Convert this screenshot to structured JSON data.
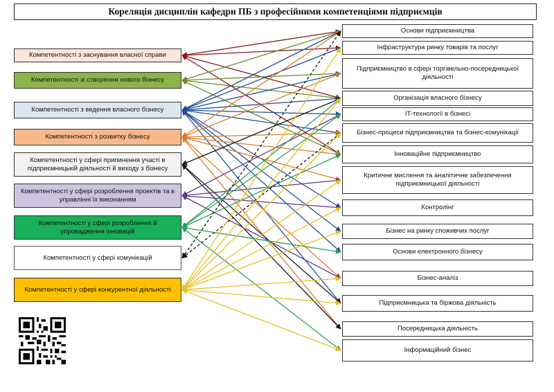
{
  "title": "Кореляція дисциплін кафедри ПБ з професійними компетенціями підприємців",
  "competences": [
    {
      "label": "Компетентності  з заснування  власної справи",
      "color": "#fce6d9"
    },
    {
      "label": "Компетентності  зі створення нового бізнесу",
      "color": "#8db44a"
    },
    {
      "label": "Компетентності  з ведення власного бізнесу",
      "color": "#dce6f2"
    },
    {
      "label": "Компетентності  з розвитку бізнесу",
      "color": "#f9b88a"
    },
    {
      "label": "Компетентності у сфері припинення участі в підприємницькій діяльності й виходу з бізнесу",
      "color": "#f2f2f2"
    },
    {
      "label": "Компетентності у сфері розроблення проектів та в управлінні їх виконанням",
      "color": "#cdc4e0"
    },
    {
      "label": "Компетентності у сфері розроблення й упровадження інновацій",
      "color": "#19b05a"
    },
    {
      "label": "Компетентності у сфері комунікацій",
      "color": "#ffffff"
    },
    {
      "label": "Компетентності у сфері конкурентної діяльності",
      "color": "#ffc000"
    }
  ],
  "disciplines": [
    "Основи підприємництва",
    "Інфраструктура ринку товарів та послуг",
    "Підприємництво в сфері торгівельно-посередницької діяльності",
    "Організація власного бізнесу",
    "IT-технології в  бізнесі",
    "Бізнес-процеси підприємництва та бізнес-комунікації",
    "Інноваційне підприємництво",
    "Критичне мислення та аналітичне забезпечення підприємницької діяльності",
    "Контролінг",
    "Бізнес на ринку споживчих послуг",
    "Основи електронного бізнесу",
    "Бізнес-аналіз",
    "Підприємницька та біржова діяльність",
    "Посередницька діяльність",
    "Інформаційний бізнес"
  ],
  "links": [
    {
      "from": 0,
      "to": 0,
      "color": "#8b1a1a"
    },
    {
      "from": 0,
      "to": 3,
      "color": "#8b1a1a"
    },
    {
      "from": 0,
      "to": 6,
      "color": "#8b1a1a"
    },
    {
      "from": 0,
      "to": 1,
      "color": "#8b1a1a"
    },
    {
      "from": 1,
      "to": 0,
      "color": "#6b8e23"
    },
    {
      "from": 1,
      "to": 3,
      "color": "#6b8e23"
    },
    {
      "from": 1,
      "to": 6,
      "color": "#6b8e23"
    },
    {
      "from": 1,
      "to": 2,
      "color": "#6b8e23"
    },
    {
      "from": 2,
      "to": 0,
      "color": "#1f4e9a"
    },
    {
      "from": 2,
      "to": 1,
      "color": "#1f4e9a"
    },
    {
      "from": 2,
      "to": 2,
      "color": "#1f4e9a"
    },
    {
      "from": 2,
      "to": 3,
      "color": "#1f4e9a"
    },
    {
      "from": 2,
      "to": 4,
      "color": "#1f4e9a"
    },
    {
      "from": 2,
      "to": 5,
      "color": "#1f4e9a"
    },
    {
      "from": 2,
      "to": 8,
      "color": "#1f4e9a"
    },
    {
      "from": 2,
      "to": 9,
      "color": "#1f4e9a"
    },
    {
      "from": 2,
      "to": 10,
      "color": "#1f4e9a"
    },
    {
      "from": 2,
      "to": 12,
      "color": "#1f4e9a"
    },
    {
      "from": 3,
      "to": 0,
      "color": "#e07b28"
    },
    {
      "from": 3,
      "to": 2,
      "color": "#e07b28"
    },
    {
      "from": 3,
      "to": 5,
      "color": "#e07b28"
    },
    {
      "from": 3,
      "to": 6,
      "color": "#e07b28"
    },
    {
      "from": 3,
      "to": 7,
      "color": "#e07b28"
    },
    {
      "from": 3,
      "to": 11,
      "color": "#e07b28"
    },
    {
      "from": 3,
      "to": 13,
      "color": "#e07b28"
    },
    {
      "from": 4,
      "to": 3,
      "color": "#1a1a1a"
    },
    {
      "from": 4,
      "to": 12,
      "color": "#1a1a1a"
    },
    {
      "from": 4,
      "to": 13,
      "color": "#1a1a1a"
    },
    {
      "from": 5,
      "to": 4,
      "color": "#5b3e8c"
    },
    {
      "from": 5,
      "to": 7,
      "color": "#5b3e8c"
    },
    {
      "from": 5,
      "to": 8,
      "color": "#5b3e8c"
    },
    {
      "from": 5,
      "to": 11,
      "color": "#5b3e8c"
    },
    {
      "from": 6,
      "to": 4,
      "color": "#2e9e5b"
    },
    {
      "from": 6,
      "to": 6,
      "color": "#2e9e5b"
    },
    {
      "from": 6,
      "to": 10,
      "color": "#2e9e5b"
    },
    {
      "from": 6,
      "to": 14,
      "color": "#2e9e5b"
    },
    {
      "from": 6,
      "to": 3,
      "color": "#2e9e5b"
    },
    {
      "from": 7,
      "to": 0,
      "color": "#111111",
      "dashed": true
    },
    {
      "from": 7,
      "to": 5,
      "color": "#111111",
      "dashed": true
    },
    {
      "from": 8,
      "to": 1,
      "color": "#e8c020"
    },
    {
      "from": 8,
      "to": 3,
      "color": "#e8c020"
    },
    {
      "from": 8,
      "to": 5,
      "color": "#e8c020"
    },
    {
      "from": 8,
      "to": 7,
      "color": "#e8c020"
    },
    {
      "from": 8,
      "to": 8,
      "color": "#e8c020"
    },
    {
      "from": 8,
      "to": 9,
      "color": "#e8c020"
    },
    {
      "from": 8,
      "to": 11,
      "color": "#e8c020"
    },
    {
      "from": 8,
      "to": 12,
      "color": "#e8c020"
    },
    {
      "from": 8,
      "to": 14,
      "color": "#e8c020"
    }
  ]
}
